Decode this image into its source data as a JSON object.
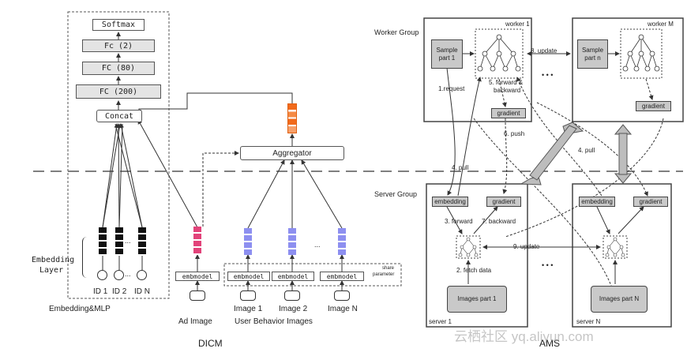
{
  "dicm": {
    "title": "DICM",
    "mlp": {
      "softmax": "Softmax",
      "fc2": "Fc (2)",
      "fc80": "FC (80)",
      "fc200": "FC (200)",
      "concat": "Concat"
    },
    "embedding_layer_line1": "Embedding",
    "embedding_layer_line2": "Layer",
    "ids": [
      "ID 1",
      "ID 2",
      "ID N"
    ],
    "ellipsis": "...",
    "panel_label": "Embedding&MLP",
    "aggregator": "Aggregator",
    "embmodel": "embmodel",
    "share_param_line1": "share",
    "share_param_line2": "parameter",
    "ad_image": "Ad Image",
    "images": [
      "Image 1",
      "Image 2",
      "Image N"
    ],
    "user_behavior_images": "User Behavior Images"
  },
  "ams": {
    "title": "AMS",
    "worker_group": "Worker Group",
    "server_group": "Server Group",
    "worker1": "worker 1",
    "workerM": "worker M",
    "sample_part1_line1": "Sample",
    "sample_part1_line2": "part 1",
    "sample_partn_line1": "Sample",
    "sample_partn_line2": "part n",
    "gradient": "gradient",
    "embedding": "embedding",
    "step_request": "1.request",
    "step_forward_backward_line1": "5. forward &",
    "step_forward_backward_line2": "backward",
    "step_update8": "8. update",
    "step_push": "6. push",
    "step_pull4_left": "4. pull",
    "step_pull4_right": "4. pull",
    "step_forward3": "3. forward",
    "step_backward7": "7. backward",
    "step_update9": "9. update",
    "step_fetch": "2. fetch data",
    "images_part1": "Images part 1",
    "images_partN": "Images part N",
    "server1": "server 1",
    "serverN": "server N",
    "dots": "• • •"
  },
  "watermark": "云栖社区 yq.aliyun.com"
}
